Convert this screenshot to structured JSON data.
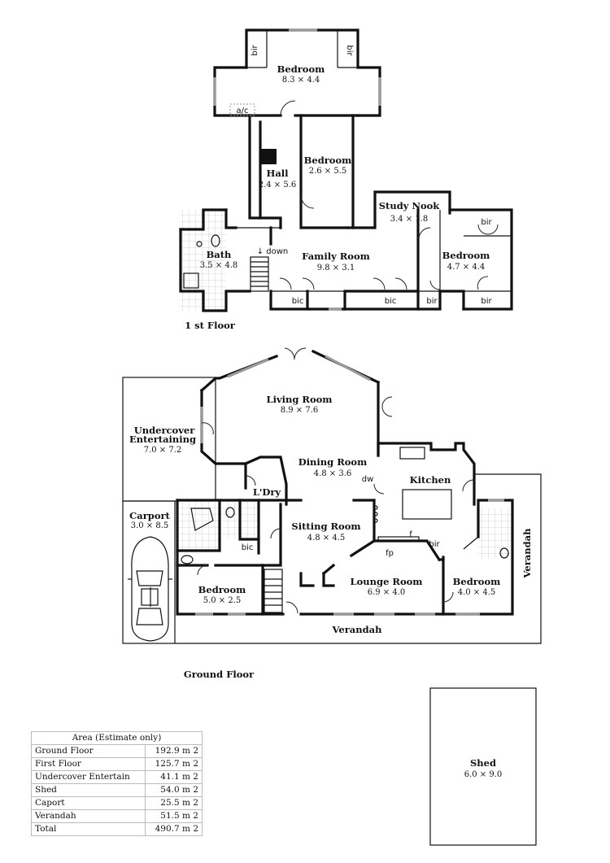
{
  "first_floor": {
    "label": "1 st Floor",
    "rooms": [
      {
        "name": "Bedroom",
        "dims": "8.3 × 4.4"
      },
      {
        "name": "Hall",
        "dims": "2.4 × 5.6"
      },
      {
        "name": "Bedroom",
        "dims": "2.6 × 5.5"
      },
      {
        "name": "Study Nook",
        "dims": "3.4 × 1.8"
      },
      {
        "name": "Bath",
        "dims": "3.5 × 4.8"
      },
      {
        "name": "Family Room",
        "dims": "9.8 × 3.1"
      },
      {
        "name": "Bedroom",
        "dims": "4.7 × 4.4"
      }
    ],
    "tags": {
      "bir": "bir",
      "ac": "a/c",
      "down": "↓ down",
      "bic": "bic"
    }
  },
  "ground_floor": {
    "label": "Ground Floor",
    "rooms": [
      {
        "name": "Living Room",
        "dims": "8.9 × 7.6"
      },
      {
        "name": "Undercover\nEntertaining",
        "dims": "7.0 × 7.2"
      },
      {
        "name": "Dining Room",
        "dims": "4.8 × 3.6"
      },
      {
        "name": "Kitchen",
        "dims": ""
      },
      {
        "name": "L'Dry",
        "dims": ""
      },
      {
        "name": "Carport",
        "dims": "3.0 × 8.5"
      },
      {
        "name": "Sitting Room",
        "dims": "4.8 × 4.5"
      },
      {
        "name": "Bedroom",
        "dims": "5.0 × 2.5"
      },
      {
        "name": "Lounge Room",
        "dims": "6.9 × 4.0"
      },
      {
        "name": "Bedroom",
        "dims": "4.0 × 4.5"
      },
      {
        "name": "Verandah",
        "dims": ""
      },
      {
        "name": "Verandah",
        "dims": ""
      }
    ],
    "tags": {
      "dw": "dw",
      "bic": "bic",
      "bir": "bir",
      "fp": "fp",
      "f": "f"
    }
  },
  "shed": {
    "name": "Shed",
    "dims": "6.0 × 9.0"
  },
  "area_table": {
    "title": "Area (Estimate only)",
    "rows": [
      {
        "label": "Ground Floor",
        "value": "192.9 m 2"
      },
      {
        "label": "First Floor",
        "value": "125.7 m 2"
      },
      {
        "label": "Undercover Entertain",
        "value": "41.1 m 2"
      },
      {
        "label": "Shed",
        "value": "54.0 m 2"
      },
      {
        "label": "Caport",
        "value": "25.5 m 2"
      },
      {
        "label": "Verandah",
        "value": "51.5 m 2"
      },
      {
        "label": "Total",
        "value": "490.7 m 2"
      }
    ]
  }
}
